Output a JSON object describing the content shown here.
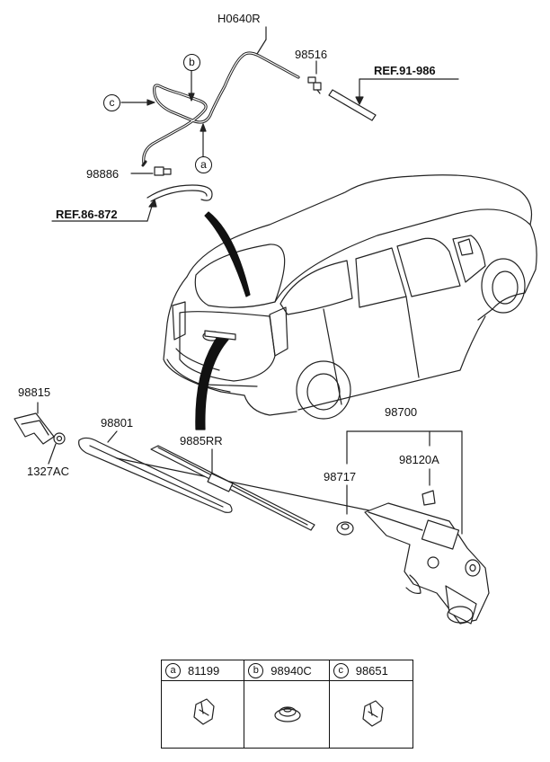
{
  "labels": {
    "hose": "H0640R",
    "nozzle_98516": "98516",
    "ref_top": "REF.91-986",
    "nozzle_98886": "98886",
    "ref_left": "REF.86-872",
    "cap": "98815",
    "arm": "98801",
    "nut": "1327AC",
    "blade": "9885RR",
    "motor_assy": "98700",
    "grommet": "98717",
    "cap2": "98120A"
  },
  "callouts": {
    "a": "a",
    "b": "b",
    "c": "c"
  },
  "legend": [
    {
      "key": "a",
      "part": "81199",
      "icon": "clip-icon"
    },
    {
      "key": "b",
      "part": "98940C",
      "icon": "grommet-icon"
    },
    {
      "key": "c",
      "part": "98651",
      "icon": "clip-icon"
    }
  ]
}
